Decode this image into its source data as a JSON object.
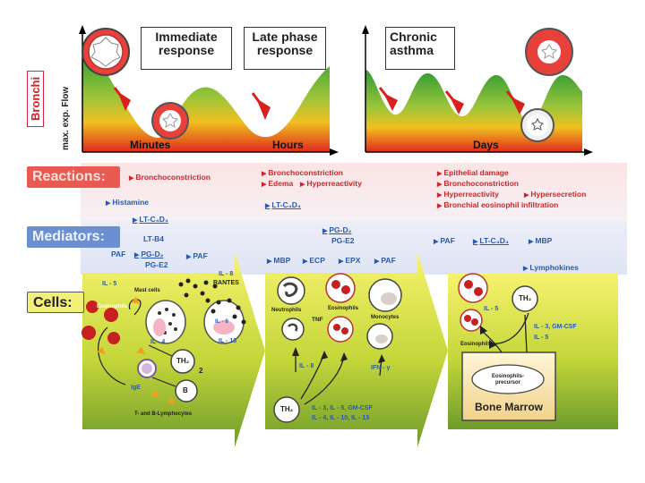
{
  "axis": {
    "ylabel": "max. exp. Flow",
    "minutes": "Minutes",
    "hours": "Hours",
    "days": "Days"
  },
  "side_label": "Bronchi",
  "headings": {
    "immediate": [
      "Immediate",
      "response"
    ],
    "late": [
      "Late phase",
      "response"
    ],
    "chronic": [
      "Chronic",
      "asthma"
    ]
  },
  "sections": {
    "reactions": "Reactions:",
    "mediators": "Mediators:",
    "cells": "Cells:"
  },
  "reactions": {
    "col1": [
      "Bronchoconstriction"
    ],
    "col2a": [
      "Bronchoconstriction"
    ],
    "col2b": [
      "Edema",
      "Hyperreactivity"
    ],
    "col3": [
      "Epithelial damage",
      "Bronchoconstriction",
      "Hyperreactivity",
      "Hypersecretion",
      "Bronchial eosinophil infiltration"
    ]
  },
  "mediators": {
    "histamine": "Histamine",
    "ltc": "LT-C₄D₄",
    "ltb": "LT-B4",
    "paf": "PAF",
    "pgd": "PG-D₂",
    "pge": "PG-E2",
    "mbp": "MBP",
    "ecp": "ECP",
    "epx": "EPX",
    "lymphokines": "Lymphokines"
  },
  "cells": {
    "il5": "IL - 5",
    "mast": "Mast cells",
    "eosinophils": "Eosinophils",
    "il8": "IL - 8",
    "rantes": "RANTES",
    "il4": "IL - 4",
    "il6": "IL - 6",
    "il13": "IL - 13",
    "th2": "TH₂",
    "two": "2",
    "b": "B",
    "ige": "IgE",
    "tb": "T- and B-Lymphocytes",
    "neutrophils": "Neutrophils",
    "tnf": "TNF",
    "monocytes": "Monocytes",
    "il_8": "IL - 8",
    "ifn": "IFN - γ",
    "bottom_list1": "IL - 3, IL - 5, GM-CSF",
    "bottom_list2": "IL - 4, IL - 10, IL - 13",
    "il3gm": "IL - 3, GM-CSF",
    "eosin_label": "Eosinophils",
    "precursor": "Eosinophils-precursor",
    "bone_marrow": "Bone Marrow"
  },
  "colors": {
    "reactions_bg": "#e85a52",
    "mediators_bg": "#6b8fd0",
    "cells_bg": "#f3f07a",
    "red_text": "#c8282d",
    "blue_text": "#2a5ba8"
  }
}
